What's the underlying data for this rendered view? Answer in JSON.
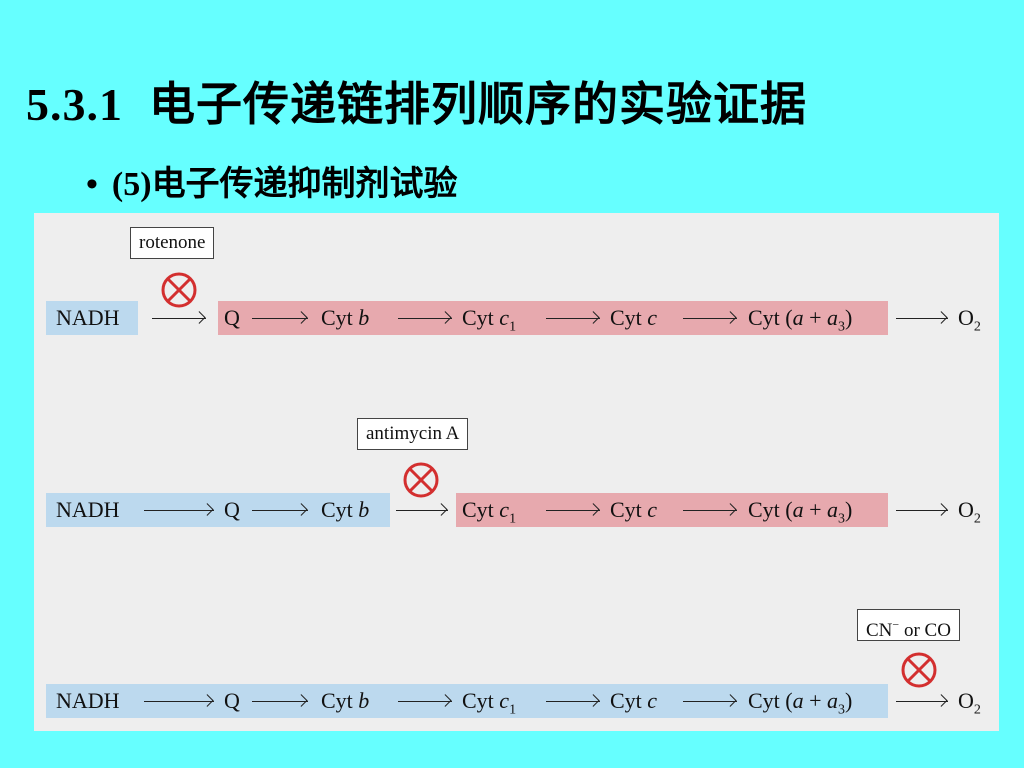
{
  "slide": {
    "section_number": "5.3.1",
    "title": "电子传递链排列顺序的实验证据",
    "bullet_symbol": "•",
    "bullet_prefix": "(5)",
    "bullet_text": "电子传递抑制剂试验"
  },
  "diagram": {
    "nodes": {
      "nadh": "NADH",
      "q": "Q",
      "cyt_b_prefix": "Cyt",
      "cyt_b_var": "b",
      "cyt_c1_prefix": "Cyt",
      "cyt_c1_var": "c",
      "cyt_c1_sub": "1",
      "cyt_c_prefix": "Cyt",
      "cyt_c_var": "c",
      "cyt_aa3_prefix": "Cyt (",
      "cyt_aa3_a": "a",
      "cyt_aa3_plus": " + ",
      "cyt_aa3_a3": "a",
      "cyt_aa3_sub": "3",
      "cyt_aa3_close": ")",
      "o2": "O",
      "o2_sub": "2"
    },
    "inhibitors": {
      "rotenone": "rotenone",
      "antimycin": "antimycin A",
      "cn_co_prefix": "CN",
      "cn_co_sup": "−",
      "cn_co_suffix": " or CO"
    },
    "colors": {
      "reduced_band": "#bcd9ee",
      "oxidized_band": "#e7a9ae",
      "inhibitor_symbol": "#d32f2f",
      "background": "#66ffff"
    }
  }
}
